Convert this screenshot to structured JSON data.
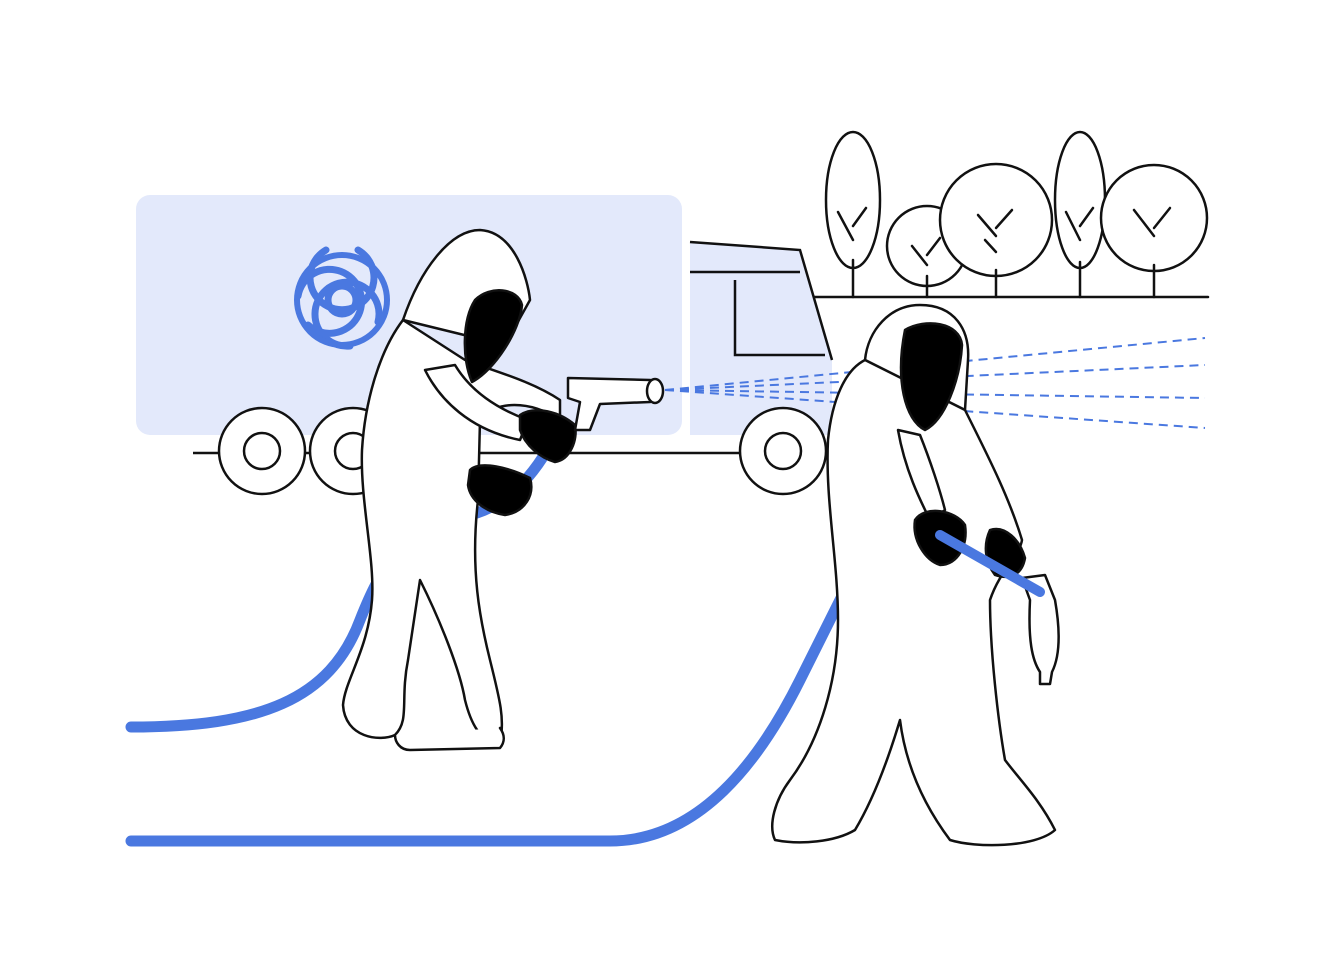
{
  "colors": {
    "background": "#ffffff",
    "outline": "#111111",
    "accent_blue": "#4a78e0",
    "tank_fill": "#e3e9fb",
    "visor": "#000000"
  },
  "icons": {
    "biohazard": "biohazard-symbol",
    "trees": "tree-group",
    "spray": "spray-lines"
  }
}
